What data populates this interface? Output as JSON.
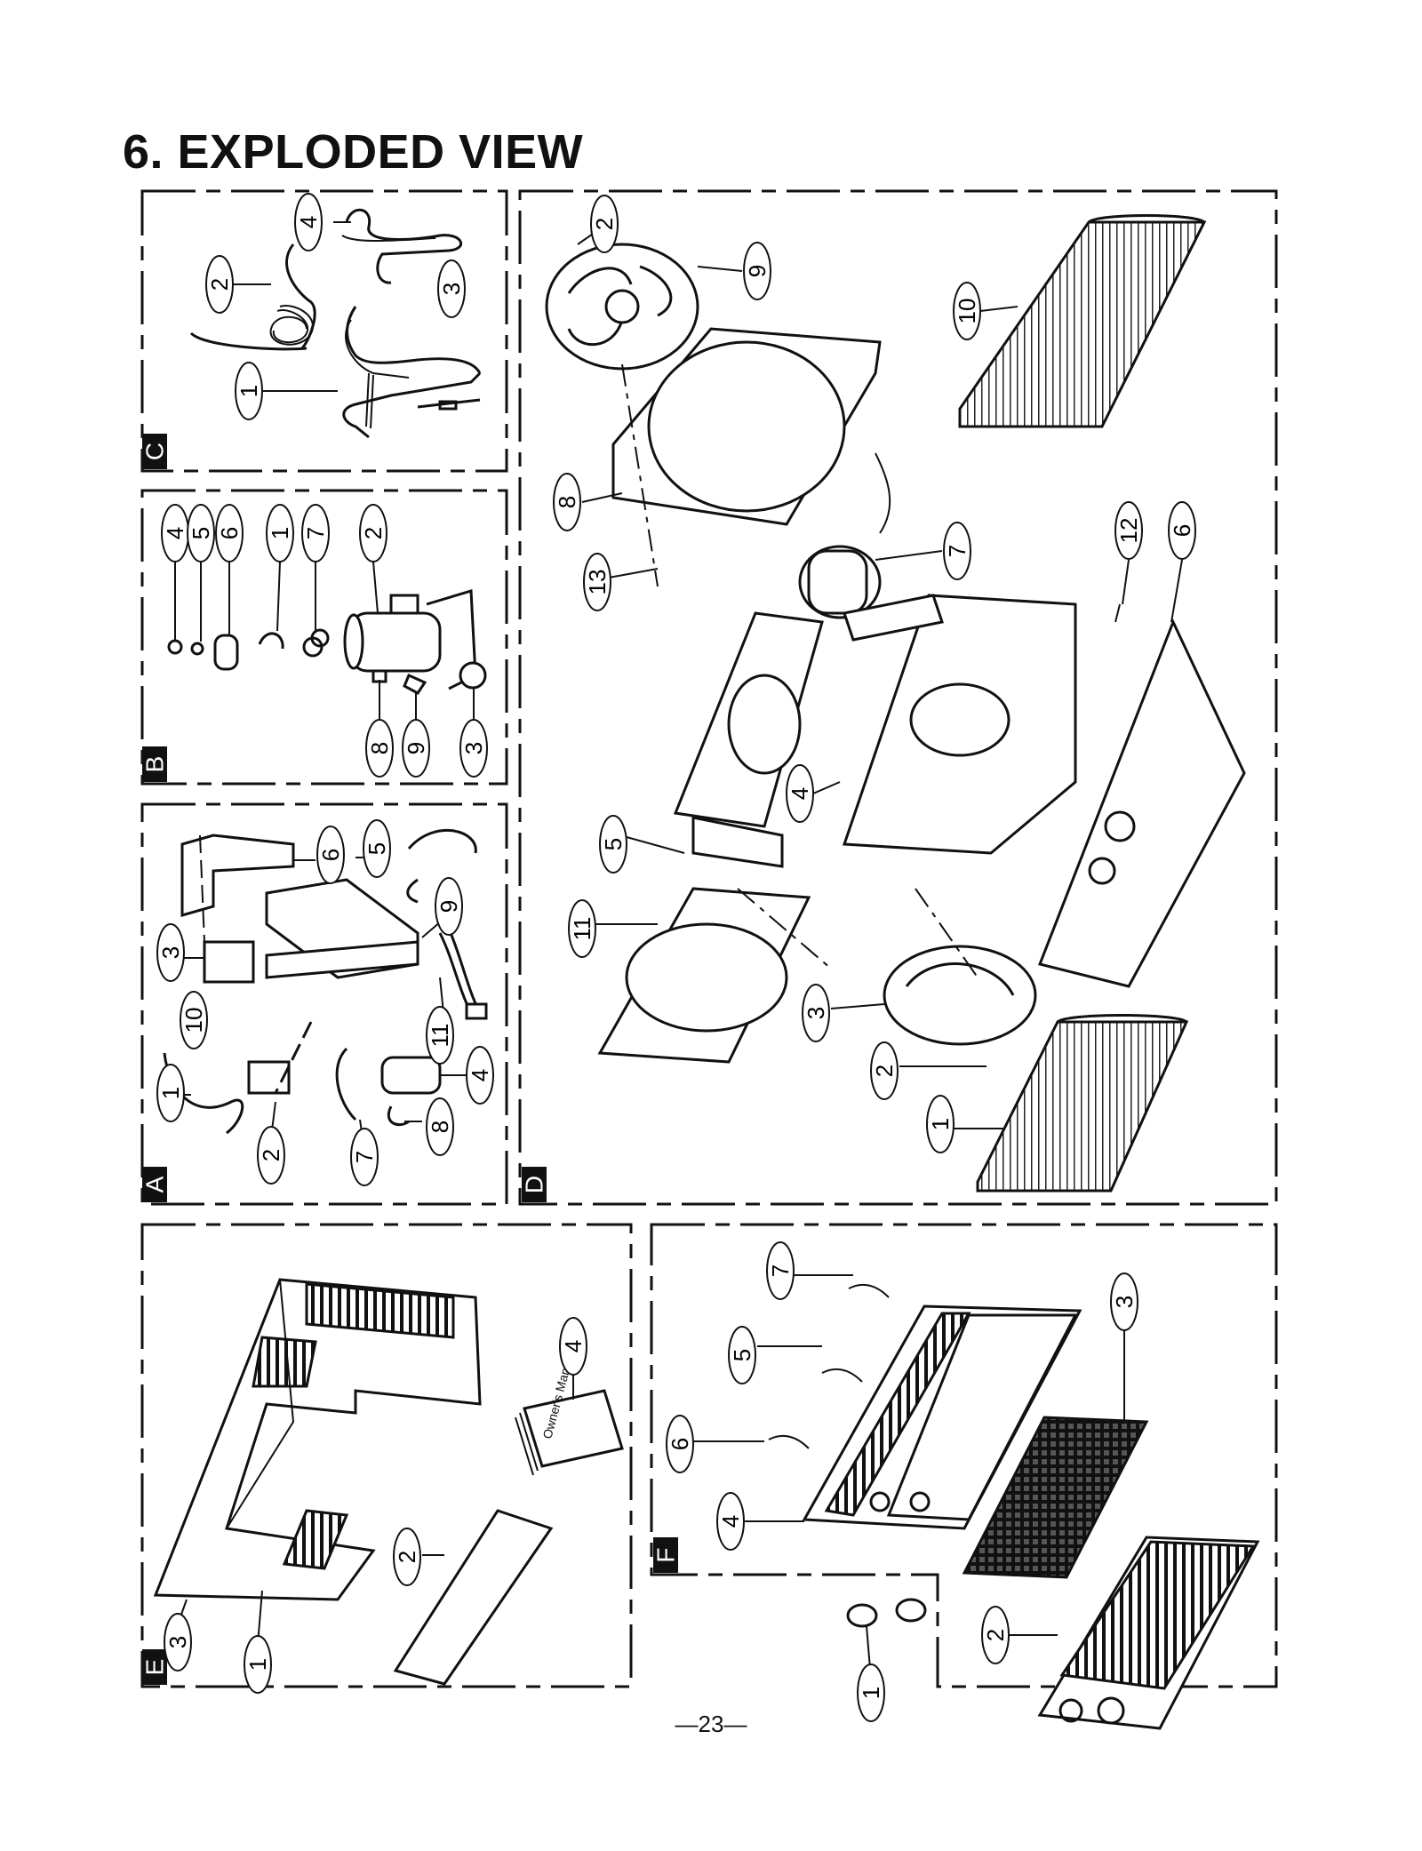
{
  "page": {
    "title": "6. EXPLODED VIEW",
    "footer": "—23—"
  },
  "panels": {
    "A": {
      "label": "A",
      "callouts": [
        "1",
        "2",
        "3",
        "4",
        "5",
        "6",
        "7",
        "8",
        "9",
        "10",
        "11"
      ]
    },
    "B": {
      "label": "B",
      "callouts": [
        "1",
        "2",
        "3",
        "4",
        "5",
        "6",
        "7",
        "8",
        "9"
      ]
    },
    "C": {
      "label": "C",
      "callouts": [
        "1",
        "2",
        "3",
        "4"
      ]
    },
    "D": {
      "label": "D",
      "callouts": [
        "1",
        "2",
        "2",
        "3",
        "4",
        "5",
        "6",
        "7",
        "8",
        "9",
        "10",
        "11",
        "12",
        "13"
      ]
    },
    "E": {
      "label": "E",
      "callouts": [
        "1",
        "2",
        "3",
        "4"
      ],
      "manual_text": "Owner's Manual"
    },
    "F": {
      "label": "F",
      "callouts": [
        "1",
        "2",
        "3",
        "4",
        "5",
        "6",
        "7"
      ]
    }
  }
}
